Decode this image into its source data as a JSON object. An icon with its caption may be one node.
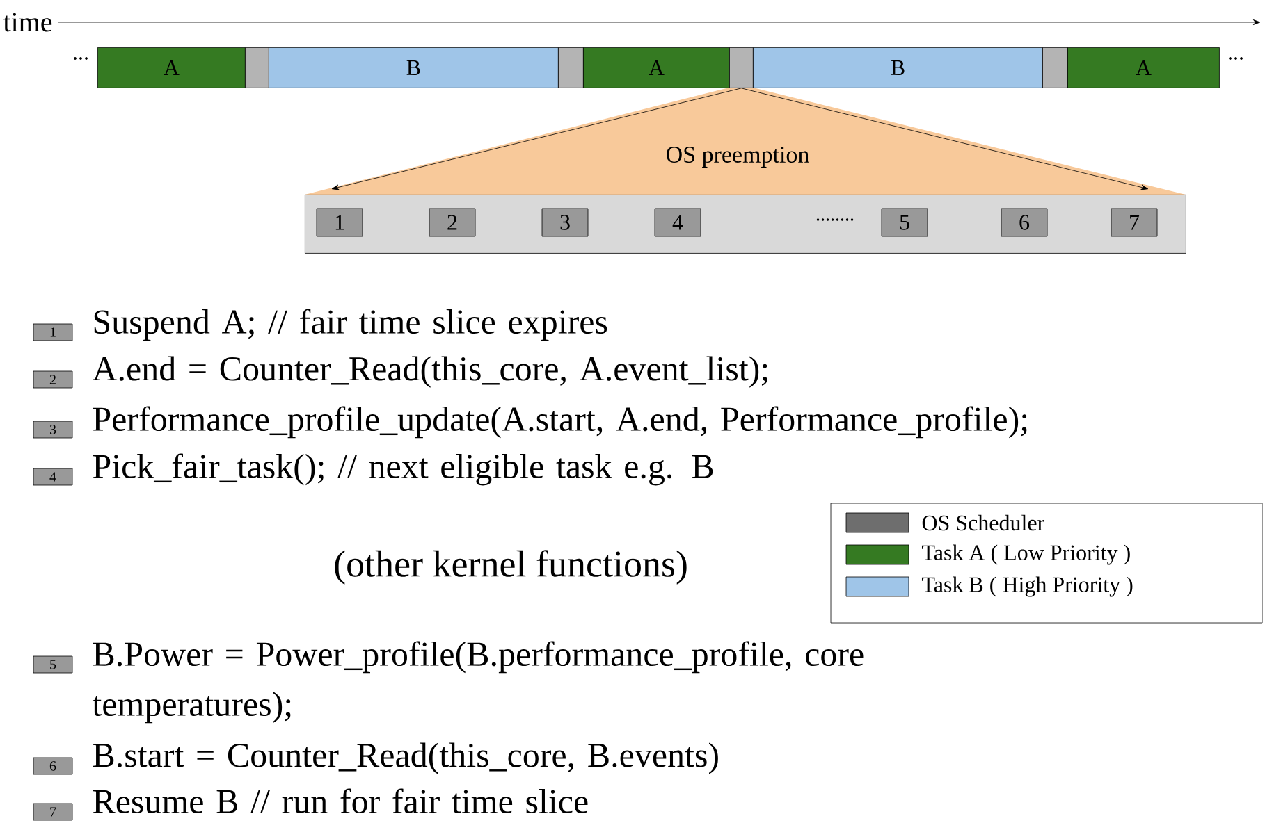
{
  "diagram": {
    "nodes": [
      {
        "text": [
          "A"
        ]
      },
      {
        "text": [],
        "shape": "box"
      },
      {
        "text": [
          "B"
        ]
      },
      {
        "text": [],
        "shape": "box"
      },
      {
        "text": [
          "A"
        ]
      },
      {
        "text": [],
        "shape": "box"
      },
      {
        "text": [
          "B"
        ]
      },
      {
        "text": [],
        "shape": "box"
      },
      {
        "text": [
          "A"
        ]
      },
      {
        "text": [],
        "shape": "box"
      },
      {
        "text": [
          "1"
        ],
        "in": 9
      },
      {
        "text": [
          "2"
        ],
        "in": 9
      },
      {
        "text": [
          "3"
        ],
        "in": 9
      },
      {
        "text": [
          "4"
        ],
        "in": 9
      },
      {
        "text": [
          "5"
        ],
        "in": 9
      },
      {
        "text": [
          "6"
        ],
        "in": 9
      },
      {
        "text": [
          "7"
        ],
        "in": 9
      },
      {
        "text": [
          "1"
        ],
        "beside": [
          "Suspend A; // fair time slice expires"
        ]
      },
      {
        "text": [
          "2"
        ],
        "beside": [
          "A.end = Counter_Read(this_core, A.event_list);"
        ]
      },
      {
        "text": [
          "3"
        ],
        "beside": [
          "Performance_profile_update(A.start, A.end, Performance_profile);"
        ]
      },
      {
        "text": [
          "4"
        ],
        "beside": [
          "Pick_fair_task(); // next eligible task e.g. B"
        ]
      },
      {
        "text": [
          "5"
        ],
        "beside": [
          "B.Power = Power_profile(B.performance_profile, core temperatures);"
        ]
      },
      {
        "text": [
          "6"
        ],
        "beside": [
          "B.start = Counter_Read(this_core, B.events)"
        ]
      },
      {
        "text": [
          "7"
        ],
        "beside": [
          "Resume B // run for fair time slice"
        ]
      }
    ],
    "edges": [
      {
        "from": 5,
        "to": 9,
        "arrow": "to"
      },
      {
        "from": 5,
        "to": 9,
        "arrow": "to"
      }
    ],
    "labels": [
      "time",
      "...",
      "...",
      "OS preemption",
      "........",
      "(other kernel functions)"
    ],
    "legend": [
      {
        "text": "OS Scheduler",
        "color": "#6e6e6e"
      },
      {
        "text": "Task A ( Low Priority )",
        "color": "#357a22"
      },
      {
        "text": "Task B ( High Priority )",
        "color": "#9fc5e8"
      }
    ]
  }
}
